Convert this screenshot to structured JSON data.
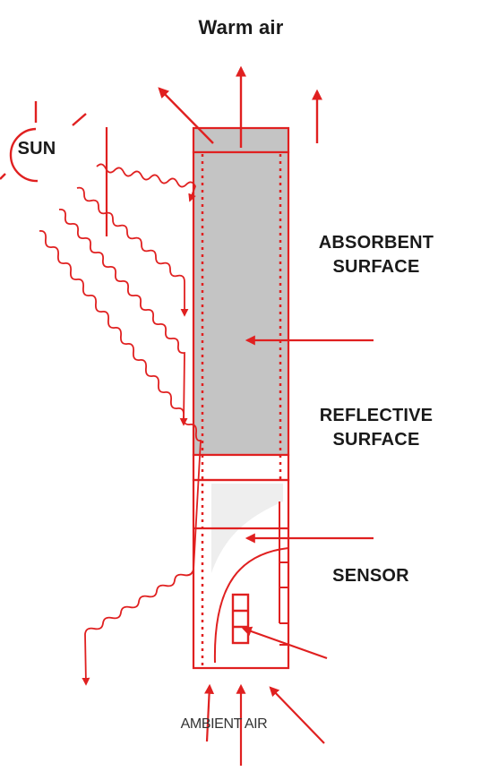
{
  "labels": {
    "warm_air": "Warm air",
    "sun": "SUN",
    "absorbent_surface": "ABSORBENT SURFACE",
    "reflective_surface": "REFLECTIVE SURFACE",
    "sensor": "SENSOR",
    "ambient_air": "AMBIENT AIR"
  },
  "colors": {
    "stroke": "#e02020",
    "absorbent_fill": "#c4c4c4",
    "sensor_shade": "#eeeeee"
  }
}
